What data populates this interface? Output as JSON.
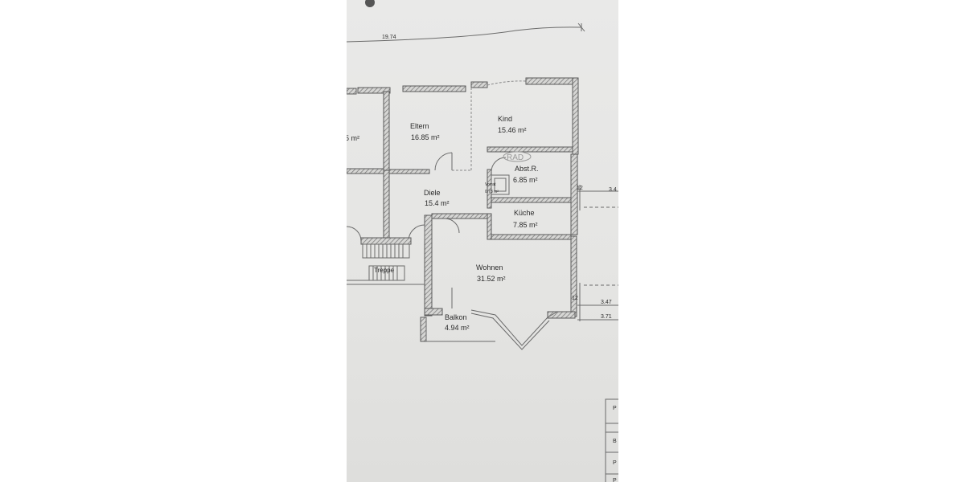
{
  "dimensions": {
    "top_width": "19.74",
    "right_a": "3.4",
    "right_b": "3.47",
    "right_c": "3.71",
    "wall_a": "12",
    "wall_b": "12"
  },
  "rooms": {
    "partial_area": "5 m²",
    "eltern": {
      "name": "Eltern",
      "area": "16.85 m²"
    },
    "kind": {
      "name": "Kind",
      "area": "15.46 m²"
    },
    "abstr": {
      "name": "Abst.R.",
      "area": "6.85 m²"
    },
    "vorrat": {
      "name": "Vorrat",
      "area": "0.73 m²"
    },
    "diele": {
      "name": "Diele",
      "area": "15.4 m²"
    },
    "kueche": {
      "name": "Küche",
      "area": "7.85 m²"
    },
    "wohnen": {
      "name": "Wohnen",
      "area": "31.52 m²"
    },
    "balkon": {
      "name": "Balkon",
      "area": "4.94 m²"
    },
    "treppe": {
      "name": "Treppe"
    }
  },
  "stamp": "RAD",
  "title_block_letters": [
    "P",
    "B",
    "P",
    "P"
  ],
  "colors": {
    "paper": "#e6e6e4",
    "wall_hatch": "#8c8c8c",
    "line": "#6a6a6a"
  }
}
